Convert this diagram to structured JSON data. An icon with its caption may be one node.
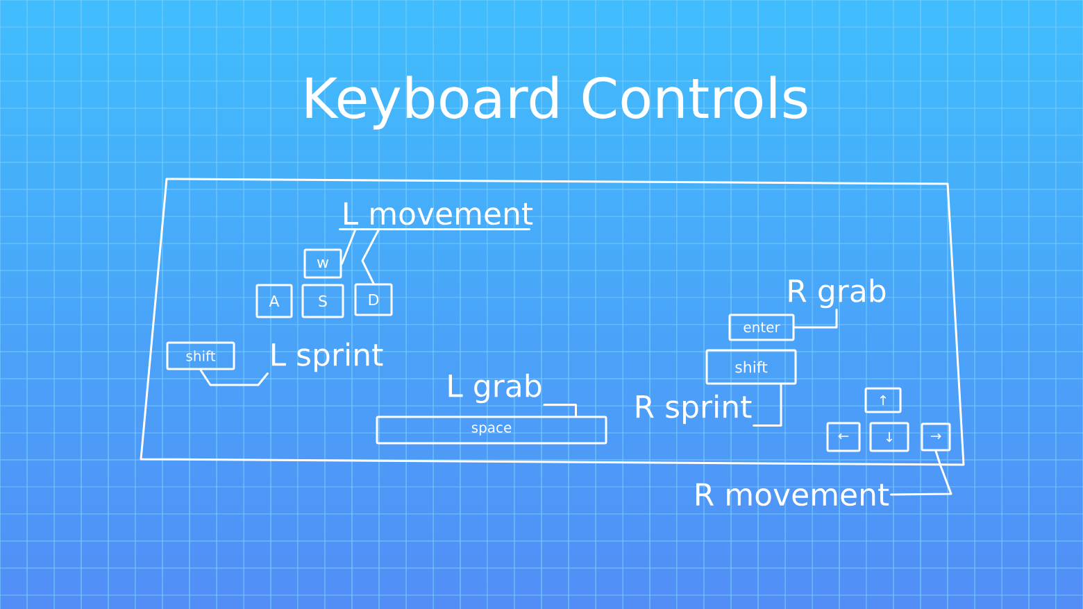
{
  "diagram": {
    "title": "Keyboard Controls",
    "nodes": [
      {
        "text": [],
        "shape": "box"
      },
      {
        "text": [
          "L movement"
        ],
        "in": 0
      },
      {
        "text": [
          "w"
        ],
        "in": 0
      },
      {
        "text": [
          "A"
        ],
        "in": 0
      },
      {
        "text": [
          "S"
        ],
        "in": 0
      },
      {
        "text": [
          "D"
        ],
        "in": 0
      },
      {
        "text": [
          "shift"
        ],
        "in": 0
      },
      {
        "text": [
          "L sprint"
        ],
        "in": 0
      },
      {
        "text": [
          "L grab"
        ],
        "in": 0
      },
      {
        "text": [
          "space"
        ],
        "in": 0
      },
      {
        "text": [
          "R grab"
        ],
        "in": 0
      },
      {
        "text": [
          "enter"
        ],
        "in": 0
      },
      {
        "text": [
          "shift"
        ],
        "in": 0
      },
      {
        "text": [
          "R sprint"
        ],
        "in": 0
      },
      {
        "text": [
          "↑"
        ],
        "in": 0
      },
      {
        "text": [
          "←"
        ],
        "in": 0
      },
      {
        "text": [
          "↓"
        ],
        "in": 0
      },
      {
        "text": [
          "→"
        ],
        "in": 0
      },
      {
        "text": [
          "R movement"
        ]
      }
    ],
    "edges": [
      {
        "from": 1,
        "to": 2,
        "arrow": "none"
      },
      {
        "from": 1,
        "to": 5,
        "arrow": "none"
      },
      {
        "from": 7,
        "to": 6,
        "arrow": "none"
      },
      {
        "from": 8,
        "to": 9,
        "arrow": "none"
      },
      {
        "from": 10,
        "to": 11,
        "arrow": "none"
      },
      {
        "from": 13,
        "to": 12,
        "arrow": "none"
      },
      {
        "from": 18,
        "to": 17,
        "arrow": "none"
      }
    ]
  }
}
